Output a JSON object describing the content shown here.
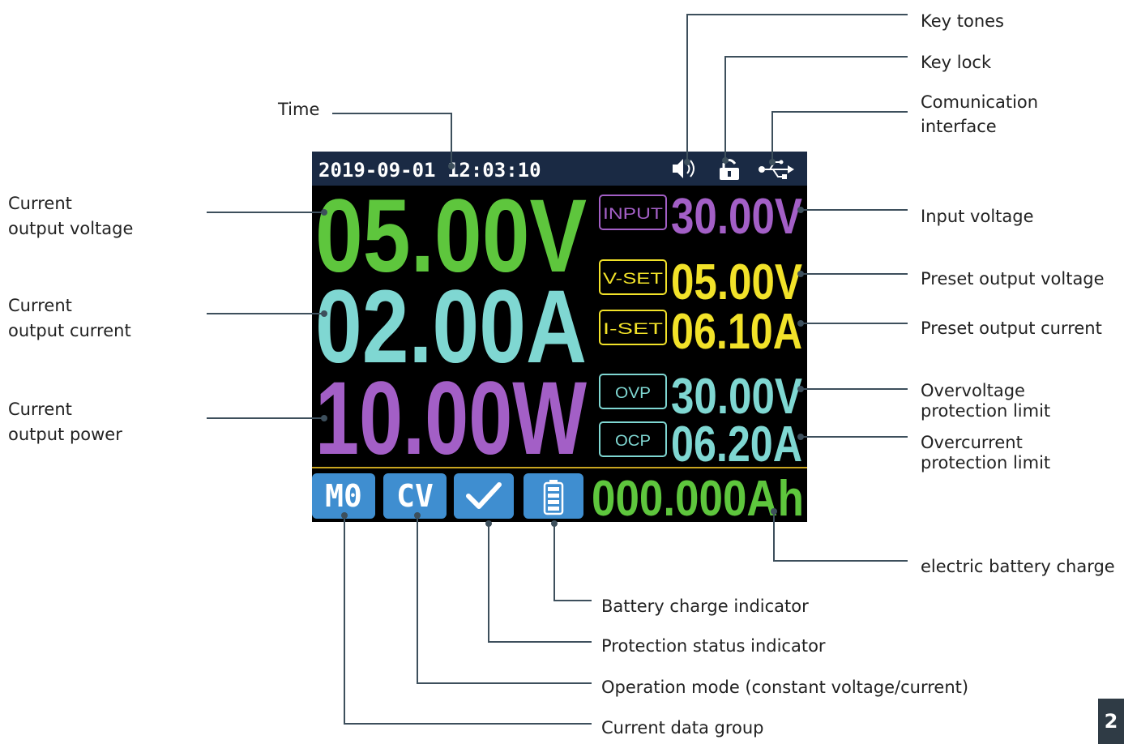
{
  "screen": {
    "datetime": "2019-09-01 12:03:10",
    "output_voltage": "05.00V",
    "output_current": "02.00A",
    "output_power": "10.00W",
    "input_tag": "INPUT",
    "input_voltage": "30.00V",
    "vset_tag": "V-SET",
    "vset_value": "05.00V",
    "iset_tag": "I-SET",
    "iset_value": "06.10A",
    "ovp_tag": "OVP",
    "ovp_value": "30.00V",
    "ocp_tag": "OCP",
    "ocp_value": "06.20A",
    "group": "M0",
    "mode": "CV",
    "charge": "000.000Ah",
    "icons": {
      "speaker": "speaker-icon",
      "lock": "lock-icon",
      "usb": "usb-icon",
      "check": "check-icon",
      "battery": "battery-icon"
    }
  },
  "labels": {
    "time": "Time",
    "key_tones": "Key tones",
    "key_lock": "Key lock",
    "comm_line1": "Comunication",
    "comm_line2": "interface",
    "ov_line1": "Current",
    "ov_line2": "output voltage",
    "oc_line1": "Current",
    "oc_line2": "output current",
    "op_line1": "Current",
    "op_line2": "output power",
    "input_voltage": "Input voltage",
    "preset_voltage": "Preset output voltage",
    "preset_current": "Preset output current",
    "ovp_line1": "Overvoltage",
    "ovp_line2": "protection limit",
    "ocp_line1": "Overcurrent",
    "ocp_line2": "protection limit",
    "battery_charge": "electric battery charge",
    "battery_indicator": "Battery charge indicator",
    "protection_indicator": "Protection status indicator",
    "operation_mode": "Operation mode (constant voltage/current)",
    "data_group": "Current data group"
  },
  "page_number": "2",
  "colors": {
    "green": "#5ec63d",
    "cyan": "#7fd7d2",
    "purple": "#a35fc6",
    "yellow": "#f2e229",
    "blue": "#3f8ed0",
    "header": "#1a2a44"
  }
}
